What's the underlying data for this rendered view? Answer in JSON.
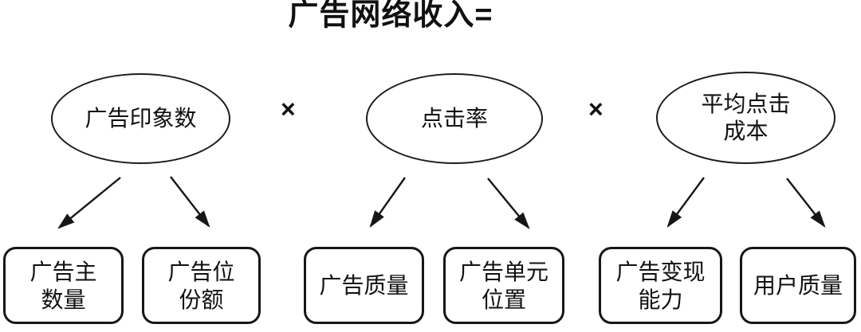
{
  "title": "广告网络收入=",
  "operator": "×",
  "factors": [
    {
      "name": "ad-impressions",
      "line1": "广告印象数",
      "line2": ""
    },
    {
      "name": "click-through-rate",
      "line1": "点击率",
      "line2": ""
    },
    {
      "name": "average-click-cost",
      "line1": "平均点击",
      "line2": "成本"
    }
  ],
  "drivers": [
    {
      "name": "advertiser-count",
      "line1": "广告主",
      "line2": "数量"
    },
    {
      "name": "ad-slot-share",
      "line1": "广告位",
      "line2": "份额"
    },
    {
      "name": "ad-quality",
      "line1": "广告质量",
      "line2": ""
    },
    {
      "name": "ad-unit-position",
      "line1": "广告单元",
      "line2": "位置"
    },
    {
      "name": "ad-monetization-power",
      "line1": "广告变现",
      "line2": "能力"
    },
    {
      "name": "user-quality",
      "line1": "用户质量",
      "line2": ""
    }
  ],
  "colors": {
    "background": "#ffffff",
    "line": "#161616",
    "text": "#111111"
  }
}
